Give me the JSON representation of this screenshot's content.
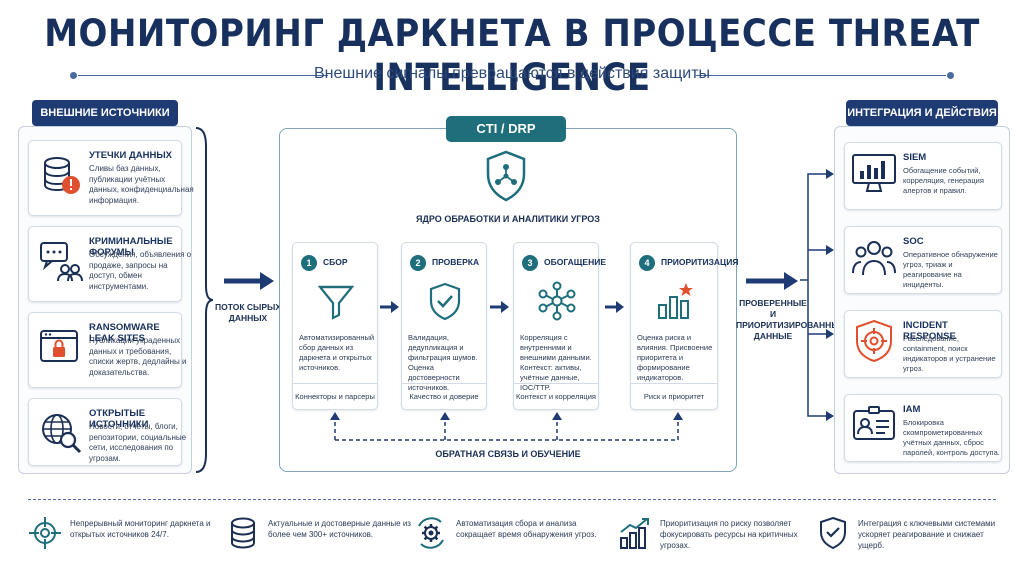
{
  "header": {
    "title": "МОНИТОРИНГ ДАРКНЕТА В ПРОЦЕССЕ THREAT INTELLIGENCE",
    "subtitle": "Внешние сигналы превращаются в действия защиты"
  },
  "sources": {
    "heading": "ВНЕШНИЕ ИСТОЧНИКИ",
    "items": [
      {
        "title": "УТЕЧКИ ДАННЫХ",
        "desc": "Сливы баз данных, публикации учётных данных, конфиденциальная информация.",
        "icon": "database-alert-icon"
      },
      {
        "title": "КРИМИНАЛЬНЫЕ ФОРУМЫ",
        "desc": "Обсуждения, объявления о продаже, запросы на доступ, обмен инструментами.",
        "icon": "forum-chat-icon"
      },
      {
        "title": "RANSOMWARE LEAK SITES",
        "desc": "Публикации украденных данных и требования, списки жертв, дедлайны и доказательства.",
        "icon": "locked-browser-icon"
      },
      {
        "title": "ОТКРЫТЫЕ ИСТОЧНИКИ",
        "desc": "Новости, отчёты, блоги, репозитории, социальные сети, исследования по угрозам.",
        "icon": "globe-search-icon"
      }
    ]
  },
  "flow": {
    "raw_label": "ПОТОК СЫРЫХ ДАННЫХ",
    "output_label": "ПРОВЕРЕННЫЕ И ПРИОРИТИЗИРОВАННЫЕ ДАННЫЕ"
  },
  "core": {
    "tab": "CTI / DRP",
    "title": "ЯДРО ОБРАБОТКИ И АНАЛИТИКИ УГРОЗ",
    "feedback": "ОБРАТНАЯ СВЯЗЬ И ОБУЧЕНИЕ",
    "steps": [
      {
        "num": "1",
        "title": "СБОР",
        "desc": "Автоматизированный сбор данных из даркнета и открытых источников.",
        "footer": "Коннекторы и парсеры",
        "icon": "funnel-icon"
      },
      {
        "num": "2",
        "title": "ПРОВЕРКА",
        "desc": "Валидация, дедупликация и фильтрация шумов. Оценка достоверности источников.",
        "footer": "Качество и доверие",
        "icon": "shield-check-icon"
      },
      {
        "num": "3",
        "title": "ОБОГАЩЕНИЕ",
        "desc": "Корреляция с внутренними и внешними данными. Контекст: активы, учётные данные, IOC/TTP.",
        "footer": "Контекст и корреляция",
        "icon": "network-nodes-icon"
      },
      {
        "num": "4",
        "title": "ПРИОРИТИЗАЦИЯ",
        "desc": "Оценка риска и влияния. Присвоение приоритета и формирование индикаторов.",
        "footer": "Риск и приоритет",
        "icon": "bar-star-icon"
      }
    ]
  },
  "actions": {
    "heading": "ИНТЕГРАЦИЯ И ДЕЙСТВИЯ",
    "items": [
      {
        "title": "SIEM",
        "desc": "Обогащение событий, корреляция, генерация алертов и правил.",
        "icon": "monitor-chart-icon"
      },
      {
        "title": "SOC",
        "desc": "Оперативное обнаружение угроз, триаж и реагирование на инциденты.",
        "icon": "team-icon"
      },
      {
        "title": "INCIDENT RESPONSE",
        "desc": "Расследование, containment, поиск индикаторов и устранение угроз.",
        "icon": "target-icon"
      },
      {
        "title": "IAM",
        "desc": "Блокировка скомпрометированных учётных данных, сброс паролей, контроль доступа.",
        "icon": "id-card-icon"
      }
    ]
  },
  "benefits": [
    {
      "text": "Непрерывный мониторинг даркнета и открытых источников 24/7.",
      "icon": "crosshair-icon"
    },
    {
      "text": "Актуальные и достоверные данные из более чем 300+ источников.",
      "icon": "database-icon"
    },
    {
      "text": "Автоматизация сбора и анализа сокращает время обнаружения угроз.",
      "icon": "gear-cycle-icon"
    },
    {
      "text": "Приоритизация по риску позволяет фокусировать ресурсы на критичных угрозах.",
      "icon": "growth-chart-icon"
    },
    {
      "text": "Интеграция с ключевыми системами ускоряет реагирование и снижает ущерб.",
      "icon": "shield-check-icon"
    }
  ],
  "colors": {
    "navy": "#1e3b73",
    "teal": "#1f6e7c",
    "alert": "#e0502f"
  }
}
